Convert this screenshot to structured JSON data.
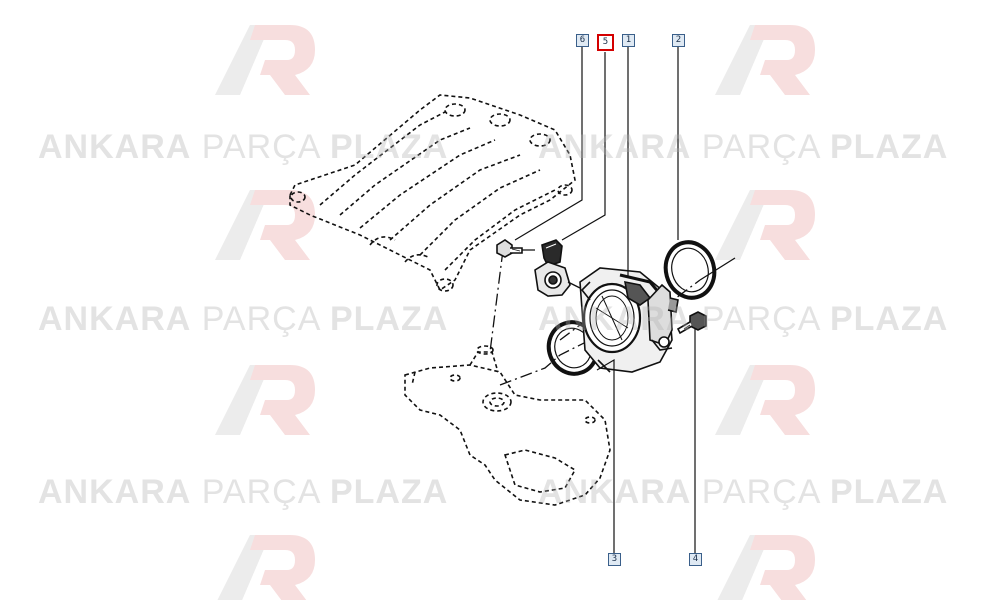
{
  "watermark": {
    "brand_bold": "ANKARA",
    "brand_light": "PARÇA",
    "brand_bold2": "PLAZA"
  },
  "callouts": [
    {
      "id": "6",
      "label": "6",
      "selected": false
    },
    {
      "id": "5",
      "label": "5",
      "selected": true
    },
    {
      "id": "1",
      "label": "1",
      "selected": false
    },
    {
      "id": "2",
      "label": "2",
      "selected": false
    },
    {
      "id": "3",
      "label": "3",
      "selected": false
    },
    {
      "id": "4",
      "label": "4",
      "selected": false
    }
  ],
  "colors": {
    "callout_border": "#3a5f8a",
    "callout_fill": "#dfe9f3",
    "selected_border": "#d40000",
    "line": "#111111",
    "logo_red": "#e8a0a0",
    "logo_gray": "#c8c8c8"
  }
}
